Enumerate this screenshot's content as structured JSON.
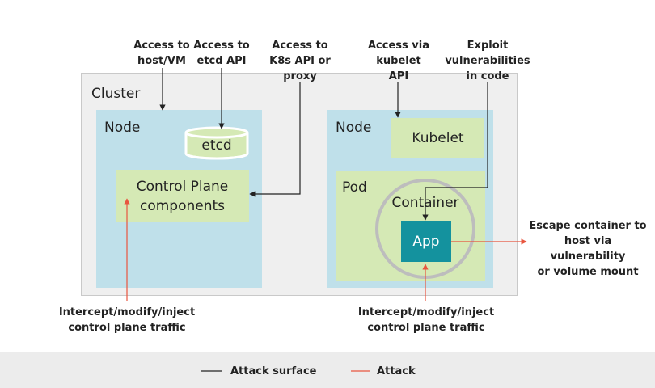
{
  "cluster": {
    "label": "Cluster"
  },
  "node_left": {
    "label": "Node",
    "etcd": "etcd",
    "control_plane_line1": "Control Plane",
    "control_plane_line2": "components"
  },
  "node_right": {
    "label": "Node",
    "kubelet": "Kubelet",
    "pod": "Pod",
    "container": "Container",
    "app": "App"
  },
  "annotations": {
    "host_vm": [
      "Access to",
      "host/VM"
    ],
    "etcd_api": [
      "Access to",
      "etcd API"
    ],
    "k8s_api": [
      "Access to",
      "K8s API or",
      "proxy"
    ],
    "kubelet_api": [
      "Access via",
      "kubelet",
      "API"
    ],
    "exploit": [
      "Exploit",
      "vulnerabilities",
      "in code"
    ],
    "escape": [
      "Escape container to",
      "host via vulnerability",
      "or volume mount"
    ],
    "intercept_left": [
      "Intercept/modify/inject",
      "control plane traffic"
    ],
    "intercept_right": [
      "Intercept/modify/inject",
      "control plane traffic"
    ]
  },
  "legend": {
    "surface": "Attack surface",
    "attack": "Attack"
  },
  "colors": {
    "surface_line": "#222222",
    "attack_line": "#e8553f",
    "node_bg": "#bfe0ea",
    "component_bg": "#d5e9b5",
    "app_bg": "#14929e",
    "cluster_bg": "#efefef"
  }
}
